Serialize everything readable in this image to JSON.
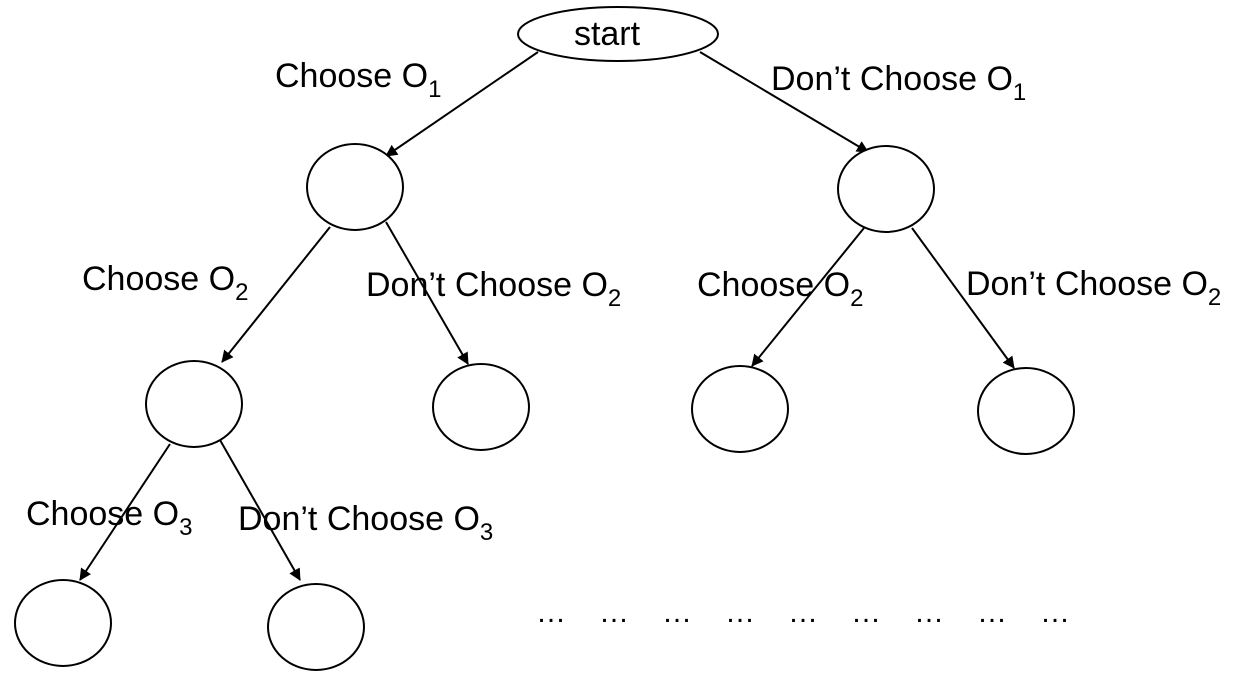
{
  "root_label": "start",
  "edge_labels": {
    "choose_o1": {
      "text": "Choose O",
      "sub": "1"
    },
    "dont_choose_o1": {
      "text": "Don’t Choose O",
      "sub": "1"
    },
    "l_choose_o2": {
      "text": "Choose O",
      "sub": "2"
    },
    "l_dont_choose_o2": {
      "text": "Don’t Choose O",
      "sub": "2"
    },
    "r_choose_o2": {
      "text": "Choose O",
      "sub": "2"
    },
    "r_dont_choose_o2": {
      "text": "Don’t Choose O",
      "sub": "2"
    },
    "choose_o3": {
      "text": "Choose O",
      "sub": "3"
    },
    "dont_choose_o3": {
      "text": "Don’t Choose O",
      "sub": "3"
    }
  },
  "continuation": "………………………",
  "colors": {
    "stroke": "#000000",
    "background": "#ffffff"
  }
}
